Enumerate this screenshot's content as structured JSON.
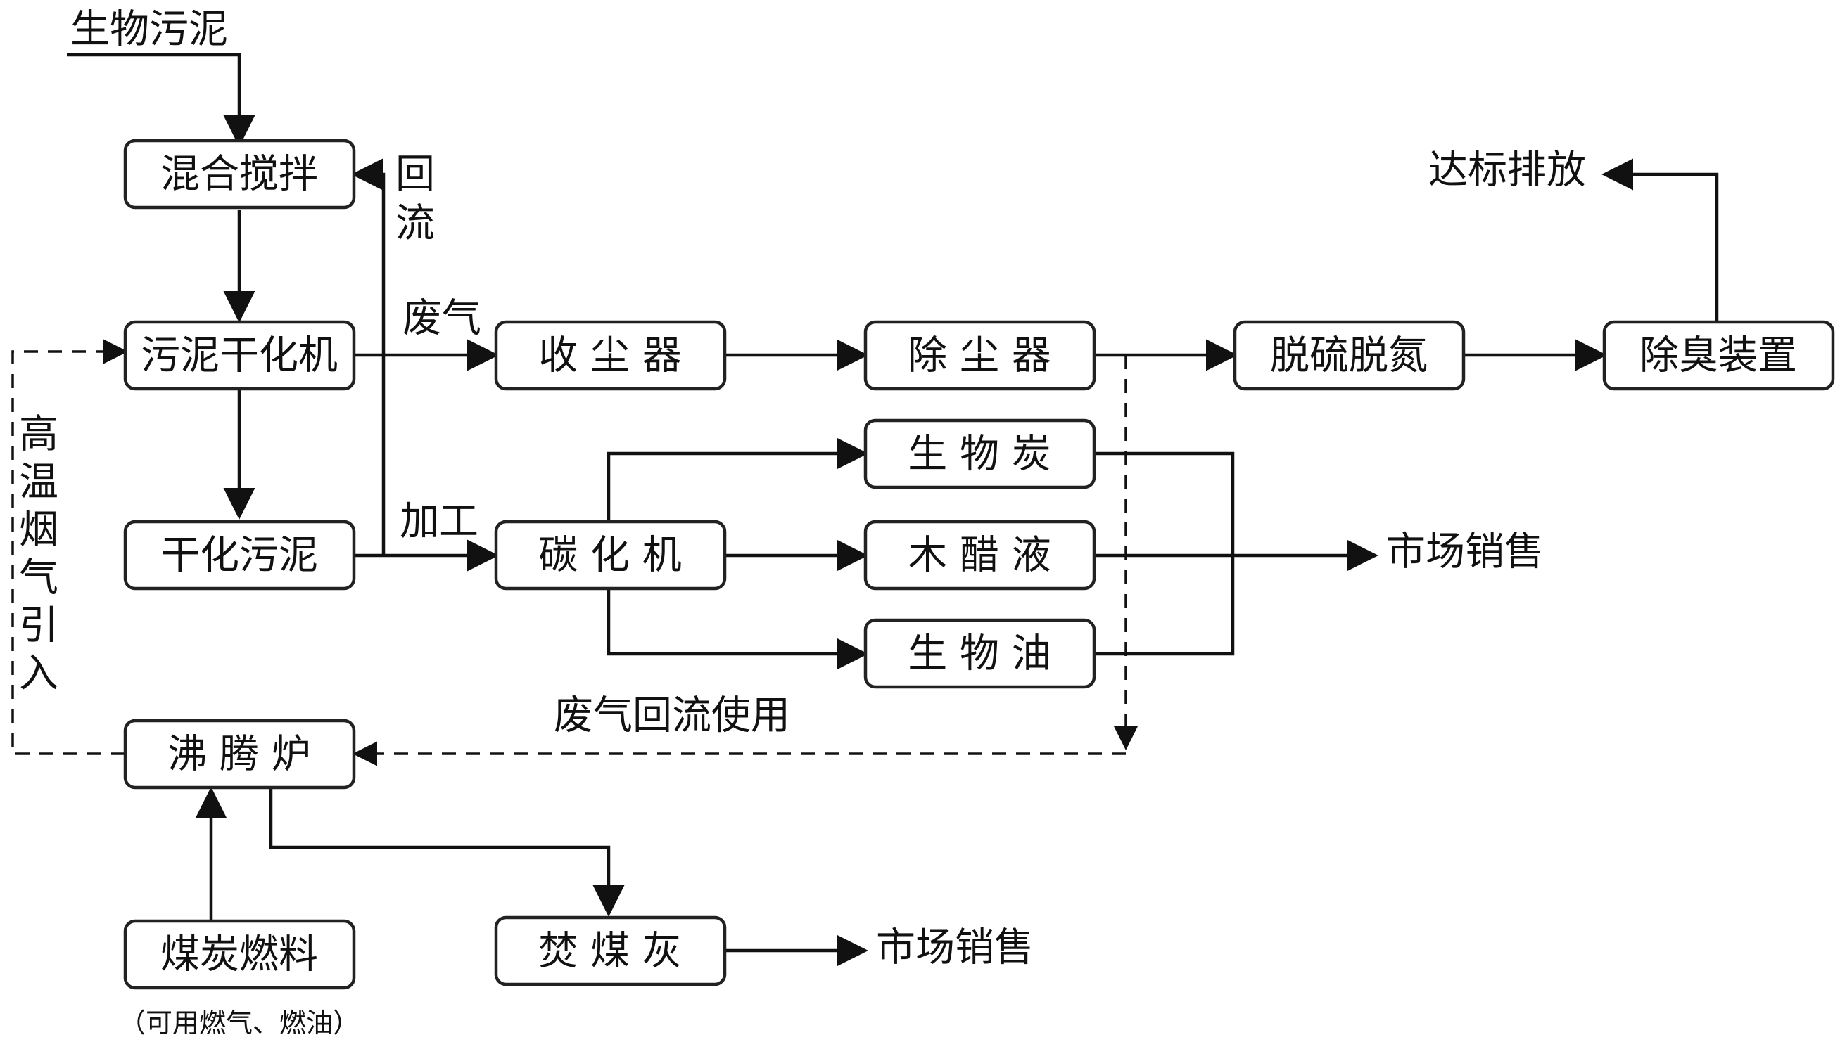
{
  "inputs": {
    "sludge": "生物污泥",
    "coal_note": "（可用燃气、燃油）"
  },
  "boxes": {
    "mix": "混合搅拌",
    "dryer": "污泥干化机",
    "dried": "干化污泥",
    "collector": "收 尘 器",
    "carbonizer": "碳 化 机",
    "dust_remover": "除 尘 器",
    "biochar": "生 物 炭",
    "vinegar": "木 醋 液",
    "bio_oil": "生 物 油",
    "desulf": "脱硫脱氮",
    "deodor": "除臭装置",
    "boiler": "沸 腾 炉",
    "coal": "煤炭燃料",
    "ash": "焚 煤 灰"
  },
  "labels": {
    "reflux": [
      "回",
      "流"
    ],
    "exhaust": "废气",
    "processing": "加工",
    "hot_flue": [
      "高",
      "温",
      "烟",
      "气",
      "引",
      "入"
    ],
    "exhaust_reuse": "废气回流使用",
    "discharge": "达标排放",
    "market_1": "市场销售",
    "market_2": "市场销售"
  },
  "colors": {
    "line": "#111111",
    "box_border": "#222222",
    "background": "#ffffff"
  }
}
